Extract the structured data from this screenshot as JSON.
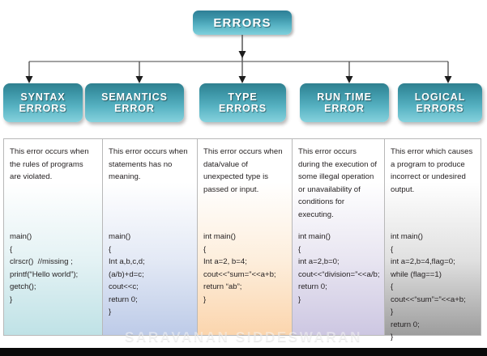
{
  "diagram": {
    "root": {
      "label": "ERRORS"
    },
    "categories": [
      {
        "name": "syntax-errors",
        "line1": "SYNTAX",
        "line2": "ERRORS"
      },
      {
        "name": "semantics-error",
        "line1": "SEMANTICS",
        "line2": "ERROR"
      },
      {
        "name": "type-errors",
        "line1": "TYPE",
        "line2": "ERRORS"
      },
      {
        "name": "run-time-error",
        "line1": "RUN TIME",
        "line2": "ERROR"
      },
      {
        "name": "logical-errors",
        "line1": "LOGICAL",
        "line2": "ERRORS"
      }
    ],
    "panels": [
      {
        "name": "panel-syntax",
        "description": "This error occurs when the rules of programs are violated.",
        "code": "main()\n{\nclrscr()  //missing ;\nprintf(“Hello world”);\ngetch();\n}"
      },
      {
        "name": "panel-semantics",
        "description": "This error occurs when statements has no meaning.",
        "code": "main()\n{\nInt a,b,c,d;\n(a/b)+d=c;\ncout<<c;\nreturn 0;\n}"
      },
      {
        "name": "panel-type",
        "description": "This error occurs when data/value of unexpected type is passed or input.",
        "code": "int main()\n{\nInt a=2, b=4;\ncout<<“sum=”<<a+b;\nreturn “ab”;\n}"
      },
      {
        "name": "panel-run-time",
        "description": "This error occurs during the execution of some illegal operation or unavailability of conditions for executing.",
        "code": "int main()\n{\nint a=2,b=0;\ncout<<“division=”<<a/b;\nreturn 0;\n}"
      },
      {
        "name": "panel-logical",
        "description": "This error which causes a program to produce incorrect or undesired output.",
        "code": "int main()\n{\nint a=2,b=4,flag=0;\nwhile (flag==1)\n{\ncout<<“sum”=”<<a+b;\n}\nreturn 0;\n}"
      }
    ],
    "watermark": "SARAVANAN SIDDESWARAN",
    "colors": {
      "node_fill_dark": "#2f808f",
      "node_fill_light": "#86d2dd",
      "node_text": "#ffffff",
      "connector": "#4a4a4a",
      "panel_border": "#b8b8b8",
      "panel_1_tint": "#bfe2e6",
      "panel_2_tint": "#bdcbe8",
      "panel_3_tint": "#fbd5ad",
      "panel_4_tint": "#cdc7e2",
      "panel_5_tint": "#9d9d9d"
    }
  }
}
